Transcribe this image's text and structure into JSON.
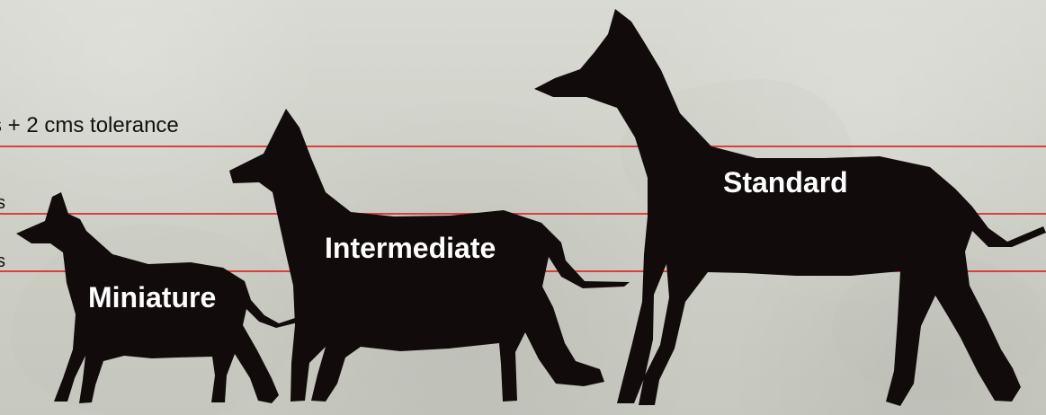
{
  "annotation": {
    "top_note": "s + 2 cms tolerance",
    "edge_mark_1": "s",
    "edge_mark_2": "s"
  },
  "dogs": [
    {
      "label": "Miniature"
    },
    {
      "label": "Intermediate"
    },
    {
      "label": "Standard"
    }
  ],
  "colors": {
    "background": "#d2d3cc",
    "silhouette": "#120b0b",
    "guide_line": "#d8322e",
    "label_text": "#ffffff"
  }
}
